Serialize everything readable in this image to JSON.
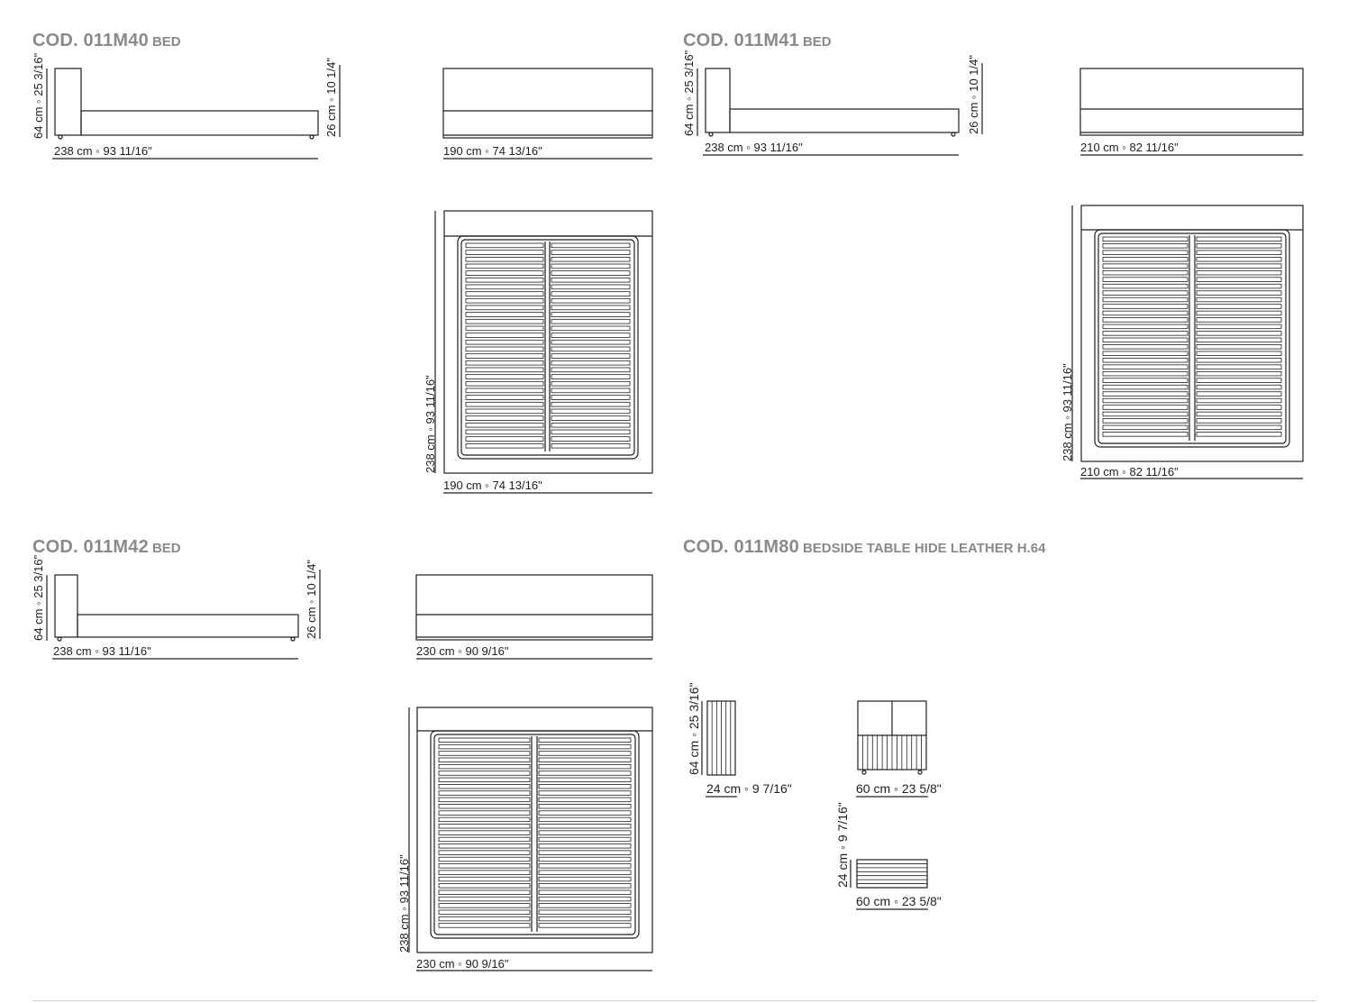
{
  "colors": {
    "line": "#1e1e1e",
    "header": "#8a8a8a"
  },
  "products": [
    {
      "code": "COD. 011M40",
      "desc": "BED",
      "side_length": "238 cm ◦ 93 11/16\"",
      "side_head": "64 cm ◦ 25 3/16\"",
      "side_frame": "26 cm ◦ 10 1/4\"",
      "front_width": "190 cm ◦ 74 13/16\"",
      "top_width": "190 cm ◦ 74 13/16\"",
      "top_length": "238 cm ◦ 93 11/16\""
    },
    {
      "code": "COD. 011M41",
      "desc": "BED",
      "side_length": "238 cm ◦ 93 11/16\"",
      "side_head": "64 cm ◦ 25 3/16\"",
      "side_frame": "26 cm ◦ 10 1/4\"",
      "front_width": "210 cm ◦ 82 11/16\"",
      "top_width": "210 cm ◦ 82 11/16\"",
      "top_length": "238 cm ◦ 93 11/16\""
    },
    {
      "code": "COD. 011M42",
      "desc": "BED",
      "side_length": "238 cm ◦ 93 11/16\"",
      "side_head": "64 cm ◦ 25 3/16\"",
      "side_frame": "26 cm ◦ 10 1/4\"",
      "front_width": "230 cm ◦ 90 9/16\"",
      "top_width": "230 cm ◦ 90 9/16\"",
      "top_length": "238 cm ◦ 93 11/16\""
    }
  ],
  "bedside": {
    "code": "COD. 011M80",
    "desc": "BEDSIDE TABLE HIDE LEATHER H.64",
    "side_depth": "24 cm ◦ 9 7/16\"",
    "side_height": "64 cm ◦ 25 3/16\"",
    "front_width": "60 cm ◦ 23 5/8\"",
    "top_width": "60 cm ◦ 23 5/8\"",
    "top_depth": "24 cm ◦ 9 7/16\""
  }
}
